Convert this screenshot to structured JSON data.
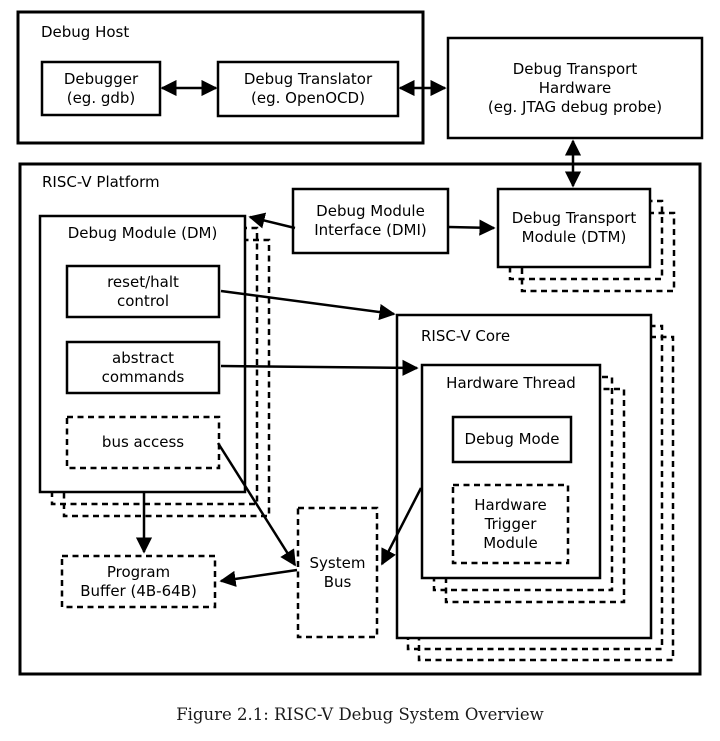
{
  "colors": {
    "stroke": "#000000",
    "background": "#ffffff",
    "text": "#000000"
  },
  "nodes": {
    "debug_host": {
      "title": "Debug Host"
    },
    "debugger": {
      "lines": [
        "Debugger",
        "(eg. gdb)"
      ]
    },
    "debug_translator": {
      "lines": [
        "Debug Translator",
        "(eg. OpenOCD)"
      ]
    },
    "debug_transport_hardware": {
      "lines": [
        "Debug Transport",
        "Hardware",
        "(eg. JTAG debug probe)"
      ]
    },
    "riscv_platform": {
      "title": "RISC-V Platform"
    },
    "debug_module_interface": {
      "lines": [
        "Debug Module",
        "Interface (DMI)"
      ]
    },
    "debug_transport_module": {
      "lines": [
        "Debug Transport",
        "Module (DTM)"
      ]
    },
    "debug_module": {
      "title": "Debug Module (DM)"
    },
    "reset_halt_control": {
      "lines": [
        "reset/halt",
        "control"
      ]
    },
    "abstract_commands": {
      "lines": [
        "abstract",
        "commands"
      ]
    },
    "bus_access": {
      "label": "bus access"
    },
    "riscv_core": {
      "title": "RISC-V Core"
    },
    "hardware_thread": {
      "title": "Hardware Thread"
    },
    "debug_mode": {
      "label": "Debug Mode"
    },
    "hardware_trigger_module": {
      "lines": [
        "Hardware",
        "Trigger",
        "Module"
      ]
    },
    "program_buffer": {
      "lines": [
        "Program",
        "Buffer (4B-64B)"
      ]
    },
    "system_bus": {
      "lines": [
        "System",
        "Bus"
      ]
    }
  },
  "edges": [
    {
      "from": "debugger",
      "to": "debug_translator",
      "type": "bidirectional"
    },
    {
      "from": "debug_translator",
      "to": "debug_transport_hardware",
      "type": "bidirectional"
    },
    {
      "from": "debug_transport_hardware",
      "to": "debug_transport_module",
      "type": "bidirectional"
    },
    {
      "from": "debug_module_interface",
      "to": "debug_module",
      "type": "arrow"
    },
    {
      "from": "debug_module_interface",
      "to": "debug_transport_module",
      "type": "arrow"
    },
    {
      "from": "reset_halt_control",
      "to": "riscv_core",
      "type": "arrow"
    },
    {
      "from": "abstract_commands",
      "to": "hardware_thread",
      "type": "arrow"
    },
    {
      "from": "bus_access",
      "to": "system_bus",
      "type": "arrow"
    },
    {
      "from": "debug_module",
      "to": "program_buffer",
      "type": "arrow"
    },
    {
      "from": "system_bus",
      "to": "program_buffer",
      "type": "arrow"
    },
    {
      "from": "hardware_thread",
      "to": "system_bus",
      "type": "arrow"
    }
  ],
  "caption": "Figure 2.1: RISC-V Debug System Overview"
}
